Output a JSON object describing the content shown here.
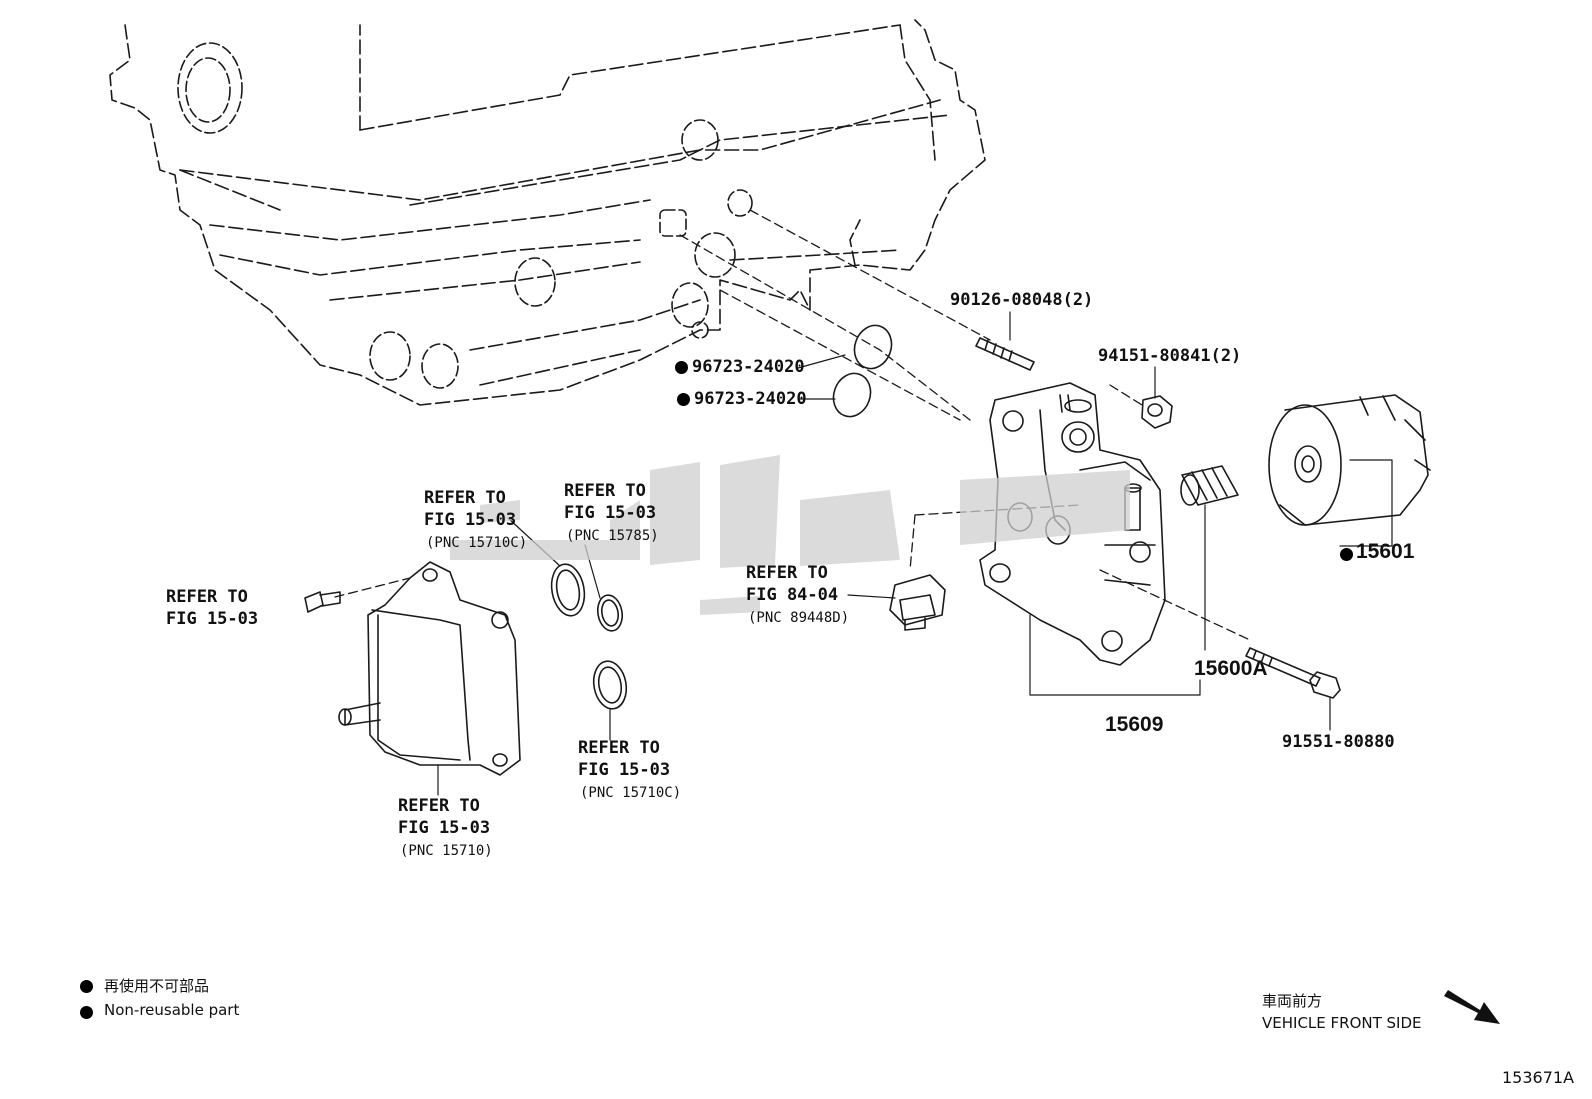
{
  "callouts": {
    "stud_bolt": "90126-08048(2)",
    "nut": "94151-80841(2)",
    "oring_upper": "96723-24020",
    "oring_lower": "96723-24020",
    "filter": "15601",
    "housing_sub": "15600A",
    "assembly": "15609",
    "flange_bolt": "91551-80880"
  },
  "refers": {
    "bolt_line1": "REFER TO",
    "bolt_line2": "FIG 15-03",
    "seal_left_line1": "REFER TO",
    "seal_left_line2": "FIG 15-03",
    "seal_left_pnc": "(PNC 15710C)",
    "seal_mid_line1": "REFER TO",
    "seal_mid_line2": "FIG 15-03",
    "seal_mid_pnc": "(PNC 15785)",
    "sensor_line1": "REFER TO",
    "sensor_line2": "FIG 84-04",
    "sensor_pnc": "(PNC 89448D)",
    "seal_low_line1": "REFER TO",
    "seal_low_line2": "FIG 15-03",
    "seal_low_pnc": "(PNC 15710C)",
    "cooler_line1": "REFER TO",
    "cooler_line2": "FIG 15-03",
    "cooler_pnc": "(PNC 15710)"
  },
  "legend": {
    "jp": "再使用不可部品",
    "en": "Non-reusable part"
  },
  "direction": {
    "jp": "車両前方",
    "en": "VEHICLE FRONT SIDE"
  },
  "figure_id": "153671A",
  "colors": {
    "line": "#1a1a1a",
    "watermark": "#cfcfcf"
  }
}
